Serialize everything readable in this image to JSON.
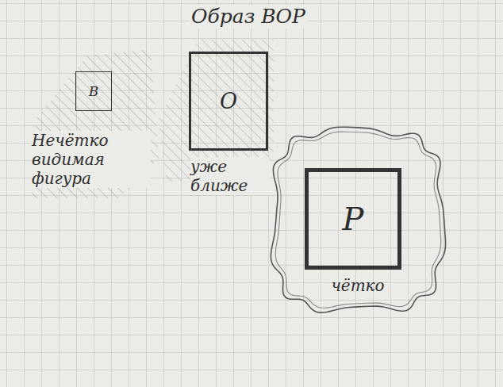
{
  "diagram": {
    "title": "Образ ВОР",
    "nodes": [
      {
        "text": [
          "В"
        ]
      },
      {
        "text": [
          "О"
        ]
      },
      {
        "text": [
          "чётко"
        ]
      },
      {
        "text": [
          "Р"
        ],
        "in": 2
      }
    ],
    "labels": [
      "Нечётко видимая фигура",
      "уже ближе"
    ]
  }
}
